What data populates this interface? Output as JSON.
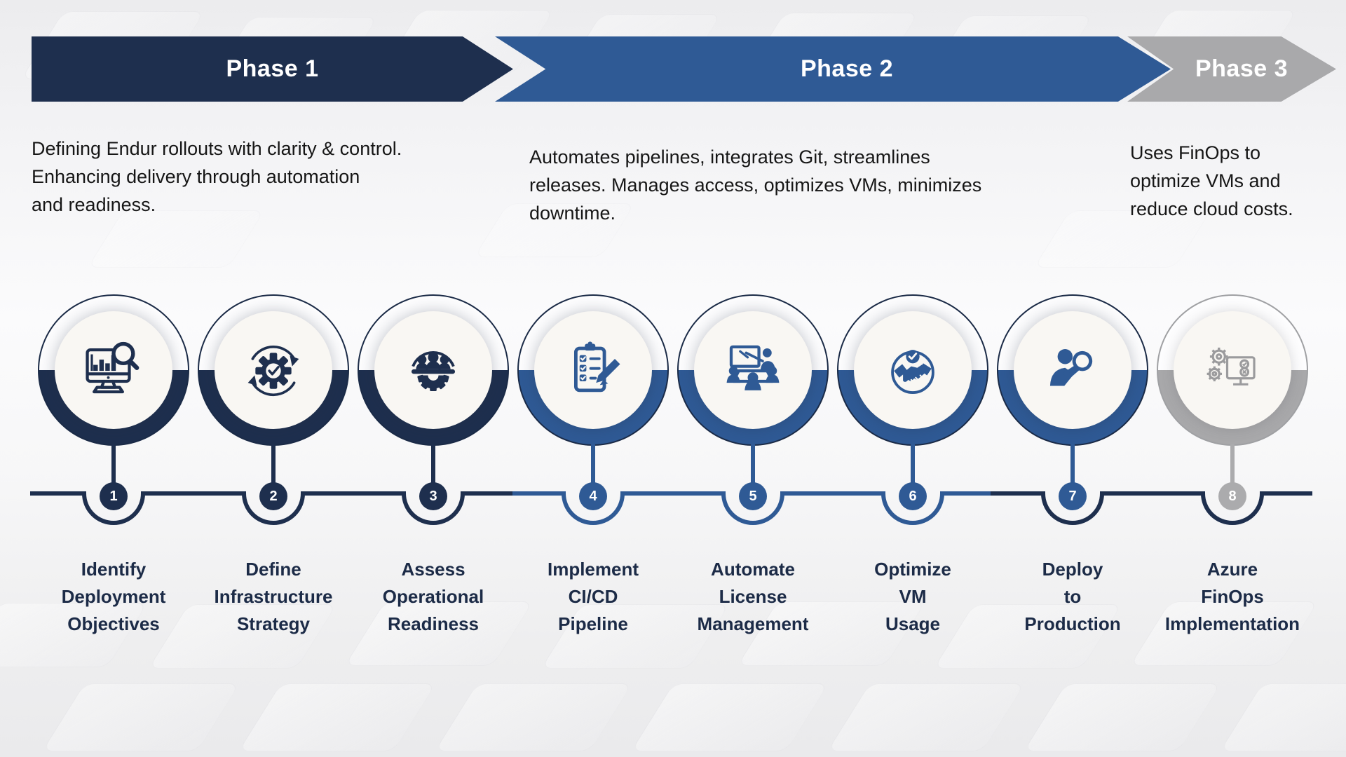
{
  "phases": [
    {
      "name": "Phase 1",
      "color": "#1e2f4e",
      "description": "Defining Endur rollouts with clarity & control.\nEnhancing delivery through automation\nand readiness."
    },
    {
      "name": "Phase 2",
      "color": "#2f5a95",
      "description": "Automates pipelines, integrates Git, streamlines\nreleases. Manages access, optimizes VMs, minimizes\ndowntime."
    },
    {
      "name": "Phase 3",
      "color": "#a9a9ab",
      "description": "Uses FinOps to\noptimize VMs and\nreduce cloud costs."
    }
  ],
  "steps": [
    {
      "number": "1",
      "label": "Identify\nDeployment\nObjectives",
      "icon": "monitor-analytics-magnifier-icon",
      "phase": "Phase 1"
    },
    {
      "number": "2",
      "label": "Define\nInfrastructure\nStrategy",
      "icon": "gear-check-cycle-icon",
      "phase": "Phase 1"
    },
    {
      "number": "3",
      "label": "Assess\nOperational\nReadiness",
      "icon": "team-gear-icon",
      "phase": "Phase 1"
    },
    {
      "number": "4",
      "label": "Implement\nCI/CD\nPipeline",
      "icon": "checklist-clipboard-icon",
      "phase": "Phase 2"
    },
    {
      "number": "5",
      "label": "Automate\nLicense\nManagement",
      "icon": "training-presentation-icon",
      "phase": "Phase 2"
    },
    {
      "number": "6",
      "label": "Optimize\nVM\nUsage",
      "icon": "handshake-agreement-icon",
      "phase": "Phase 2"
    },
    {
      "number": "7",
      "label": "Deploy\nto\nProduction",
      "icon": "person-magnifier-icon",
      "phase": "Phase 2"
    },
    {
      "number": "8",
      "label": "Azure\nFinOps\nImplementation",
      "icon": "gears-monitor-finops-icon",
      "phase": "Phase 3"
    }
  ]
}
